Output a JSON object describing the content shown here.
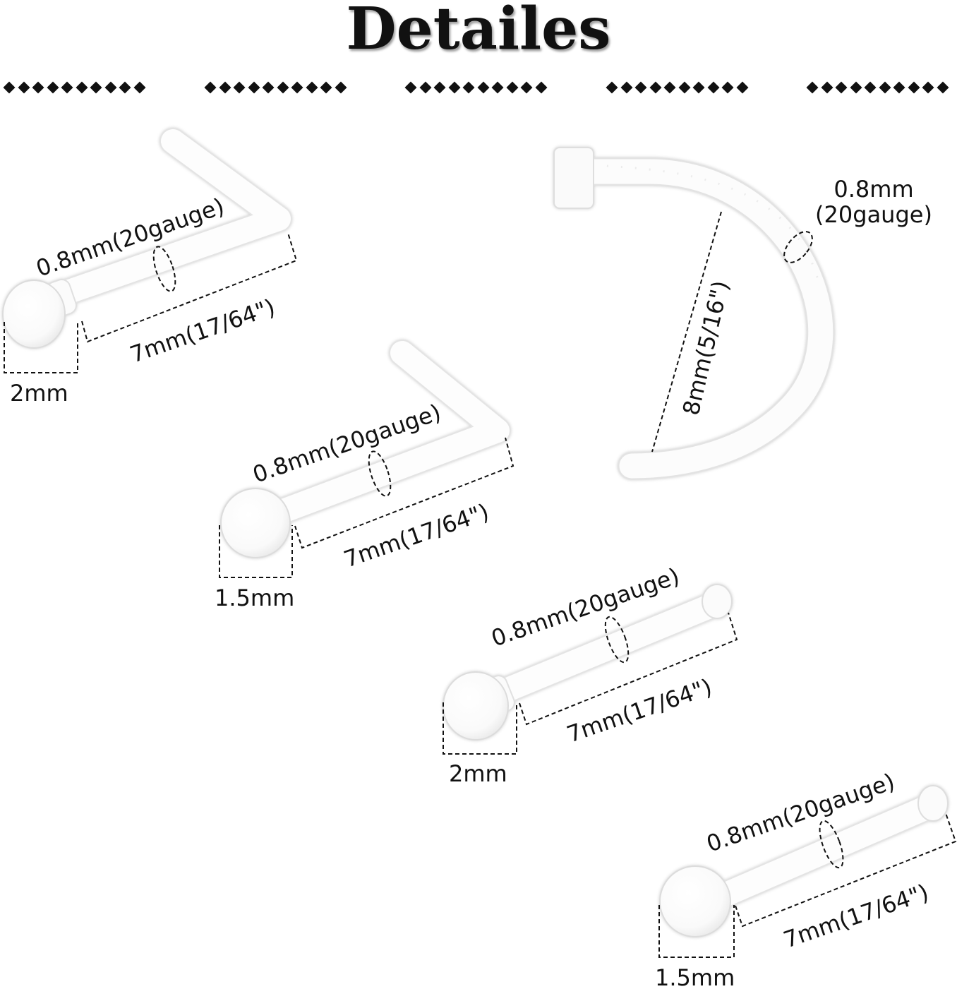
{
  "title": "Detailes",
  "colors": {
    "text": "#111111",
    "dash": "#111111",
    "stud_fill": "#fcfcfc",
    "stud_edge": "#e2e2e2"
  },
  "dividers": [
    "diamond-row",
    "diamond-row",
    "diamond-row",
    "diamond-row",
    "diamond-row"
  ],
  "studs": {
    "l_shape_flat_2mm": {
      "gauge": "0.8mm(20gauge)",
      "length": "7mm(17/64\")",
      "head": "2mm"
    },
    "l_shape_ball_1_5mm": {
      "gauge": "0.8mm(20gauge)",
      "length": "7mm(17/64\")",
      "head": "1.5mm"
    },
    "straight_flat_2mm": {
      "gauge": "0.8mm(20gauge)",
      "length": "7mm(17/64\")",
      "head": "2mm"
    },
    "straight_ball_1_5mm": {
      "gauge": "0.8mm(20gauge)",
      "length": "7mm(17/64\")",
      "head": "1.5mm"
    }
  },
  "nose_hoop": {
    "gauge_line1": "0.8mm",
    "gauge_line2": "(20gauge)",
    "diameter": "8mm(5/16\")"
  }
}
